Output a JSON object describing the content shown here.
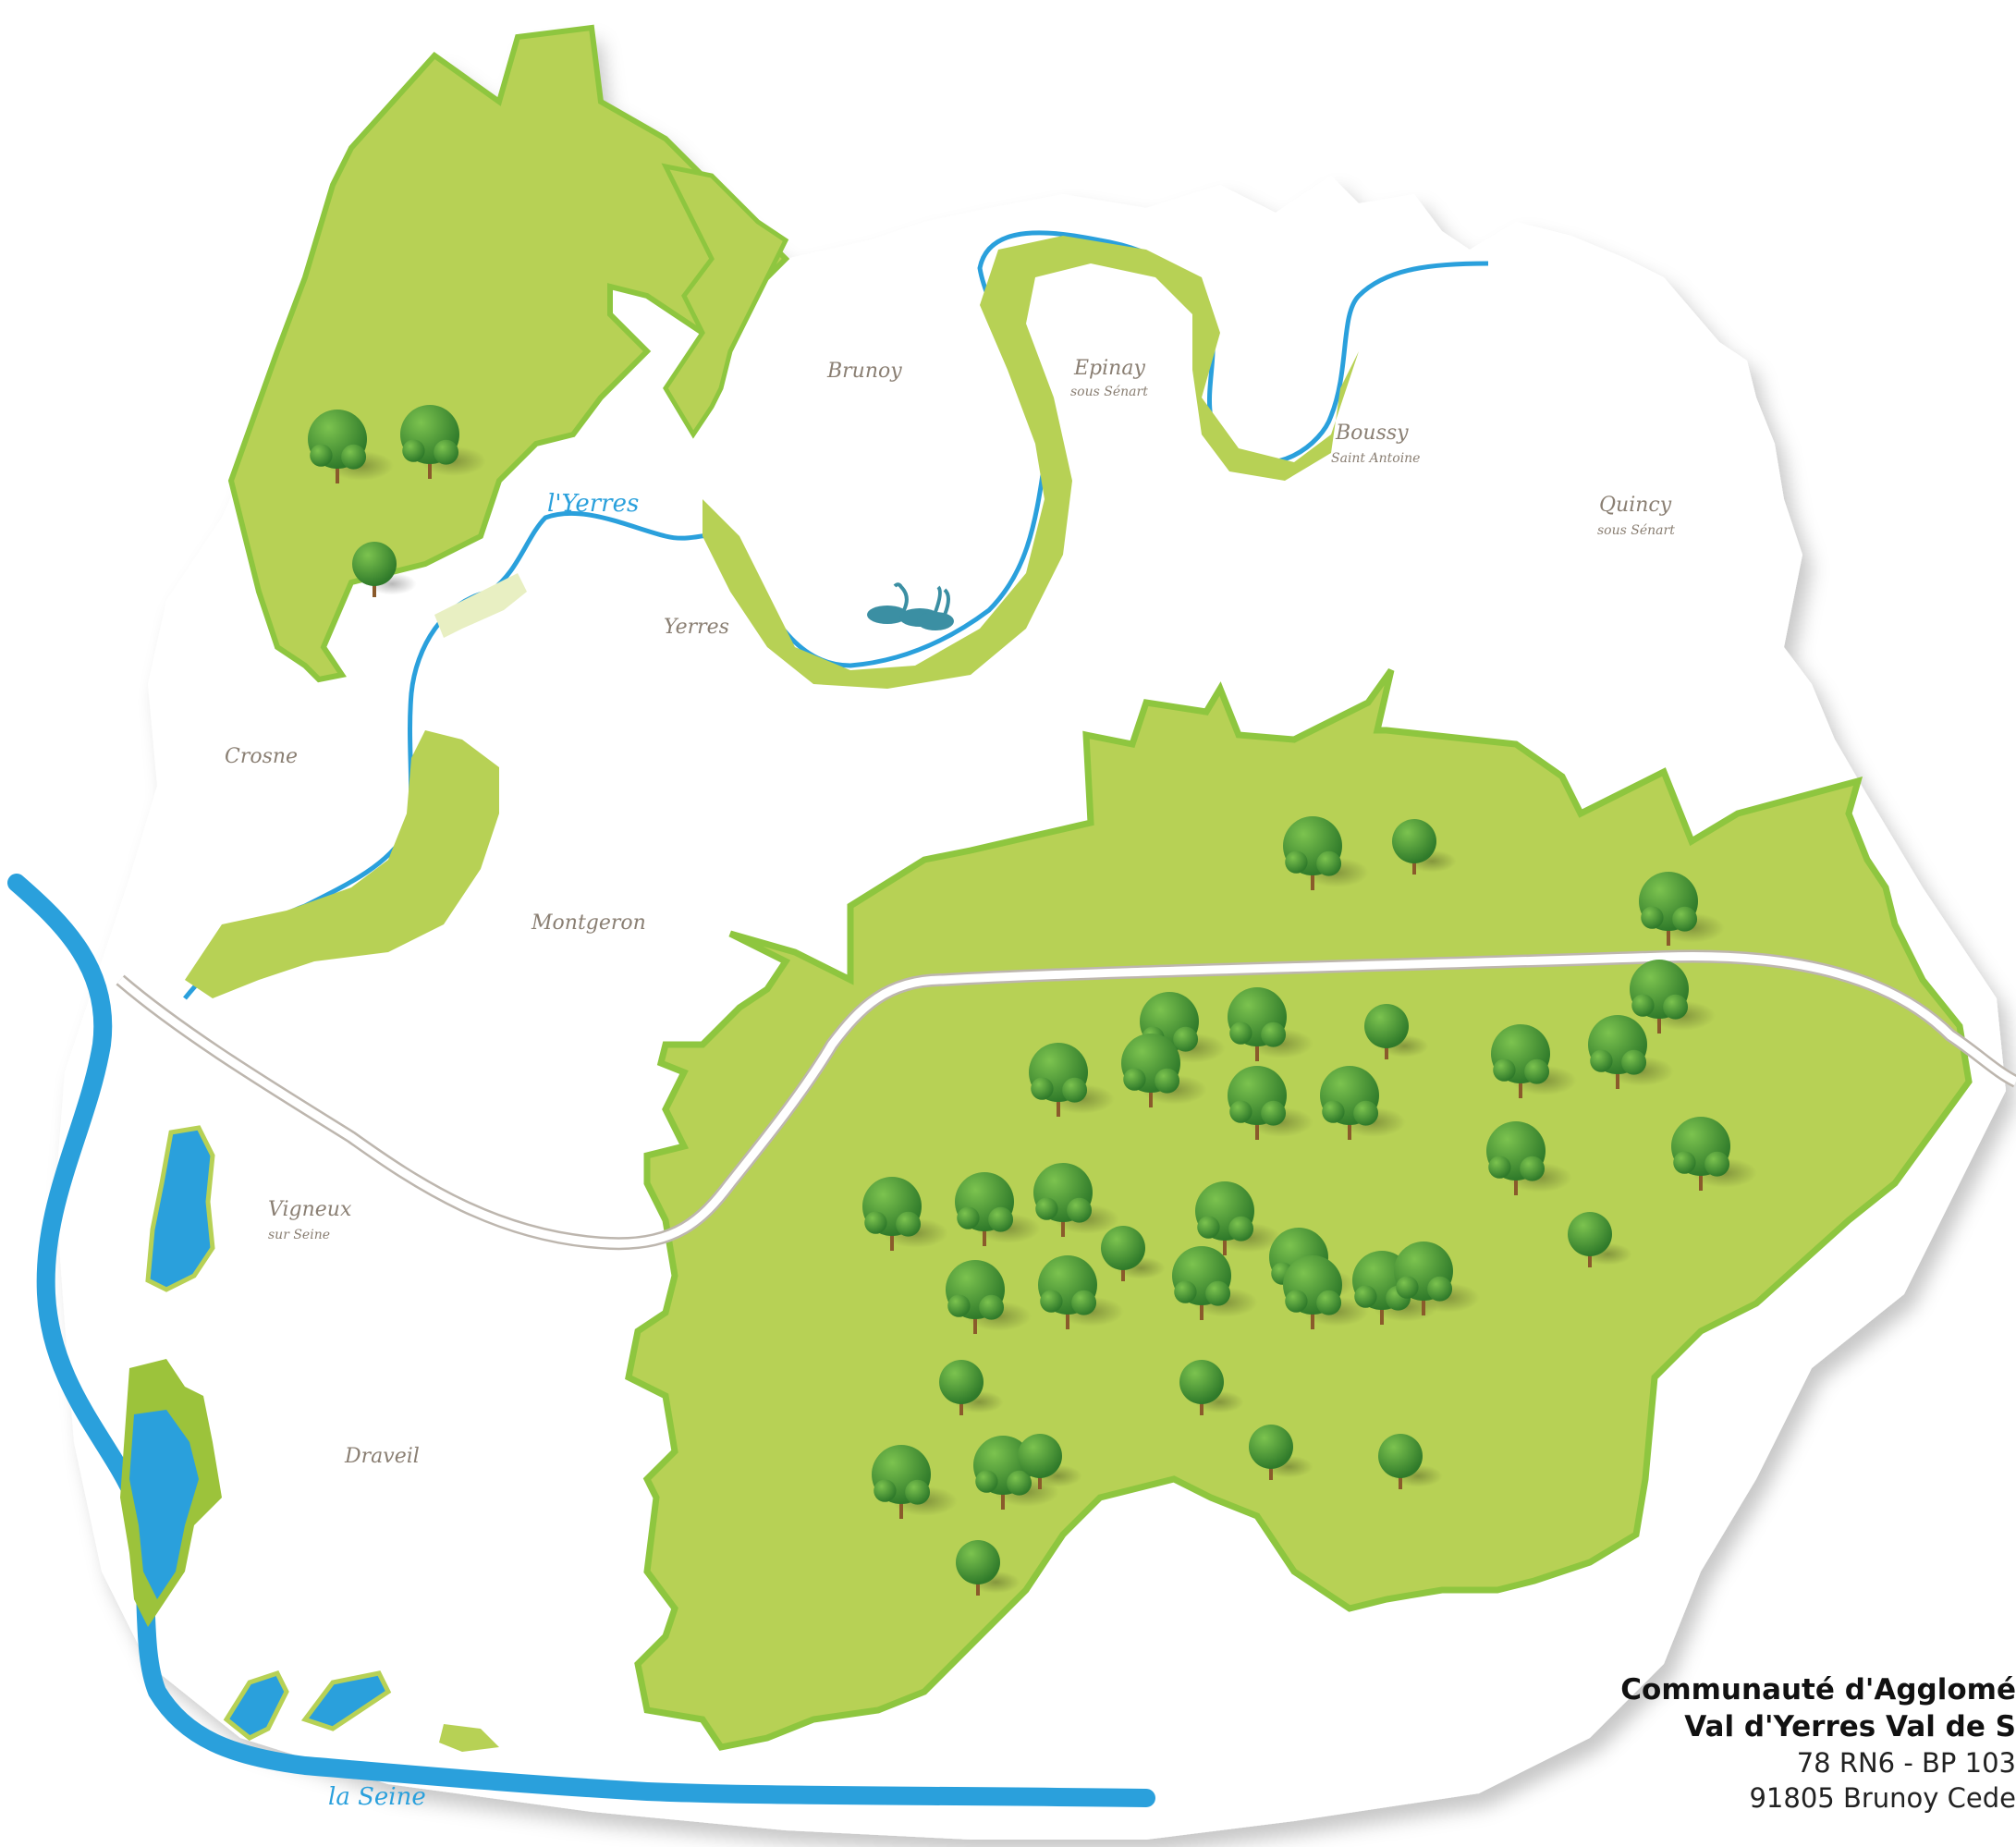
{
  "towns": {
    "brunoy": "Brunoy",
    "epinay": "Epinay",
    "epinay_sub": "sous Sénart",
    "boussy": "Boussy",
    "boussy_sub": "Saint Antoine",
    "quincy": "Quincy",
    "quincy_sub": "sous Sénart",
    "yerres": "Yerres",
    "crosne": "Crosne",
    "montgeron": "Montgeron",
    "vigneux": "Vigneux",
    "vigneux_sub": "sur Seine",
    "draveil": "Draveil"
  },
  "water": {
    "yerres_river": "l'Yerres",
    "seine_river": "la Seine"
  },
  "address": {
    "org_line1": "Communauté d'Agglomé",
    "org_line2": "Val d'Yerres Val de S",
    "street": "78 RN6 - BP 103",
    "city": "91805 Brunoy Cede"
  },
  "colors": {
    "forest_fill": "#b7d155",
    "forest_stroke": "#8ec63f",
    "water": "#2aa0dc",
    "tree": "#3d8b2e",
    "land": "#ffffff"
  }
}
